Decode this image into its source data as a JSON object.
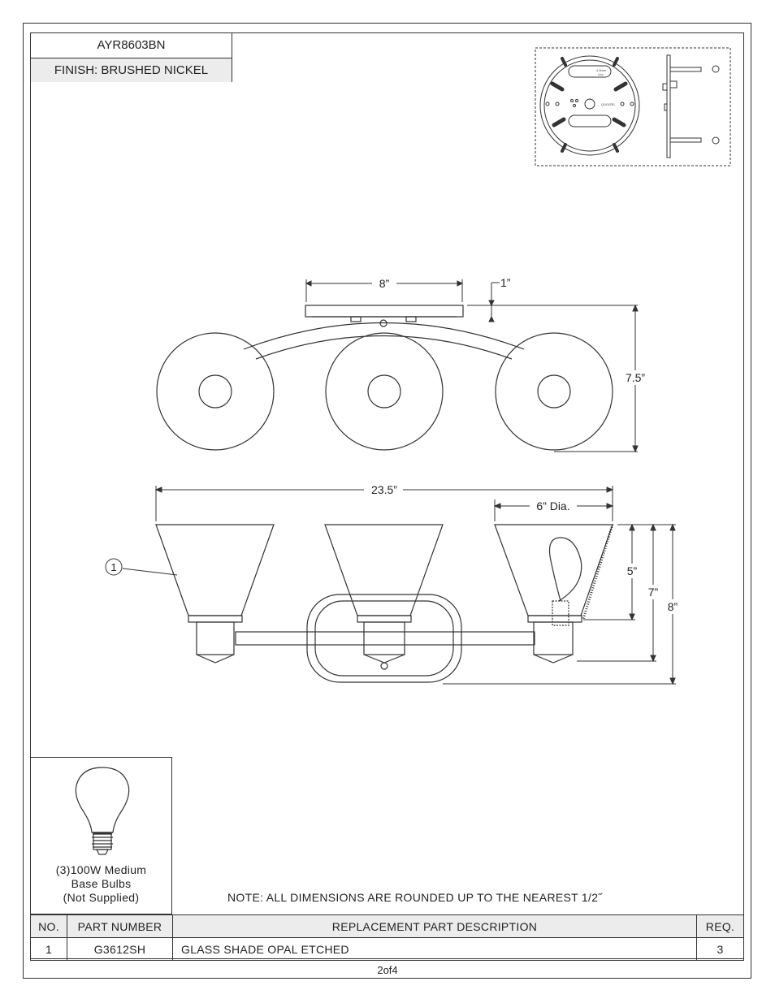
{
  "header": {
    "model": "AYR8603BN",
    "finish": "FINISH: BRUSHED NICKEL"
  },
  "front_view": {
    "width_label": "8”",
    "depth_label": "1”",
    "height_label": "7.5”"
  },
  "side_view": {
    "overall_width_label": "23.5”",
    "shade_dia_label": "6” Dia.",
    "dim_5_label": "5”",
    "dim_7_label": "7”",
    "dim_8_label": "8”",
    "callout_number": "1"
  },
  "mounting_plate": {
    "brand_text": "QUOIZEL",
    "small_text_1": "4.5mm",
    "small_text_2": "Lbs"
  },
  "bulb": {
    "line1": "(3)100W Medium",
    "line2": "Base Bulbs",
    "line3": "(Not Supplied)"
  },
  "note": "NOTE:  ALL DIMENSIONS ARE ROUNDED UP TO THE NEAREST  1/2˝",
  "parts_table": {
    "headers": {
      "no": "NO.",
      "part_number": "PART NUMBER",
      "description": "REPLACEMENT PART DESCRIPTION",
      "req": "REQ."
    },
    "rows": [
      {
        "no": "1",
        "part_number": "G3612SH",
        "description": "GLASS SHADE OPAL ETCHED",
        "req": "3"
      }
    ]
  },
  "page_label": "2of4"
}
